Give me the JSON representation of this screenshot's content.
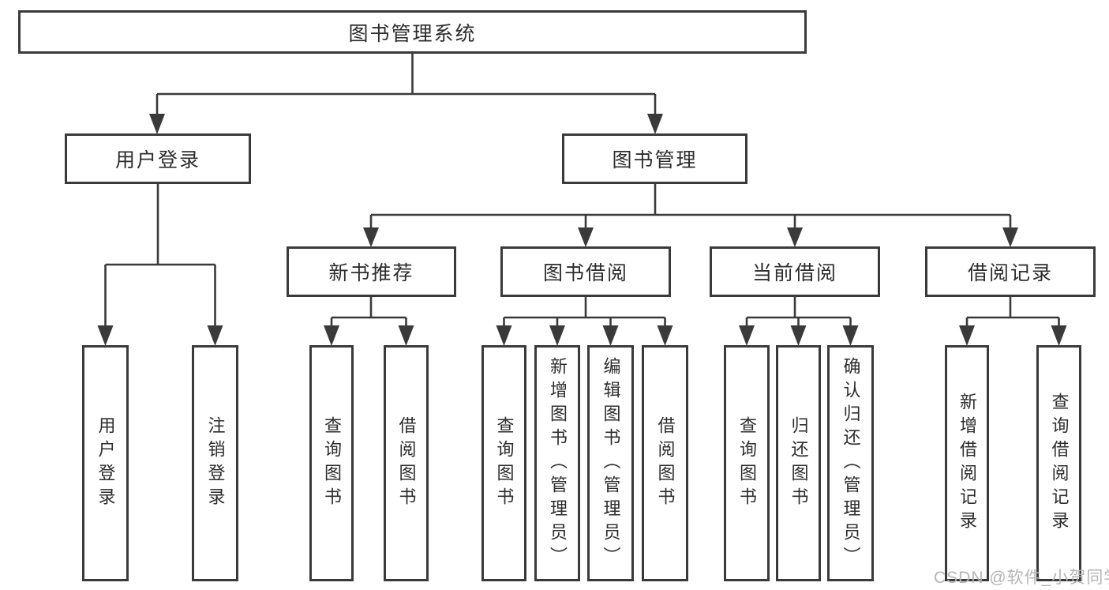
{
  "diagram": {
    "root": {
      "label": "图书管理系统"
    },
    "branches": [
      {
        "label": "用户登录",
        "children": [
          {
            "label": "用户登录"
          },
          {
            "label": "注销登录"
          }
        ]
      },
      {
        "label": "图书管理",
        "children": [
          {
            "label": "新书推荐",
            "children": [
              {
                "label": "查询图书"
              },
              {
                "label": "借阅图书"
              }
            ]
          },
          {
            "label": "图书借阅",
            "children": [
              {
                "label": "查询图书"
              },
              {
                "label": "新增图书（管理员）"
              },
              {
                "label": "编辑图书（管理员）"
              },
              {
                "label": "借阅图书"
              }
            ]
          },
          {
            "label": "当前借阅",
            "children": [
              {
                "label": "查询图书"
              },
              {
                "label": "归还图书"
              },
              {
                "label": "确认归还（管理员）"
              }
            ]
          },
          {
            "label": "借阅记录",
            "children": [
              {
                "label": "新增借阅记录"
              },
              {
                "label": "查询借阅记录"
              }
            ]
          }
        ]
      }
    ]
  },
  "watermark": {
    "text": "CSDN @软件_小贺同学"
  },
  "colors": {
    "line": "#3a3a3a",
    "text": "#2d2d2d",
    "watermark": "#b5b5b5",
    "background": "#ffffff"
  }
}
